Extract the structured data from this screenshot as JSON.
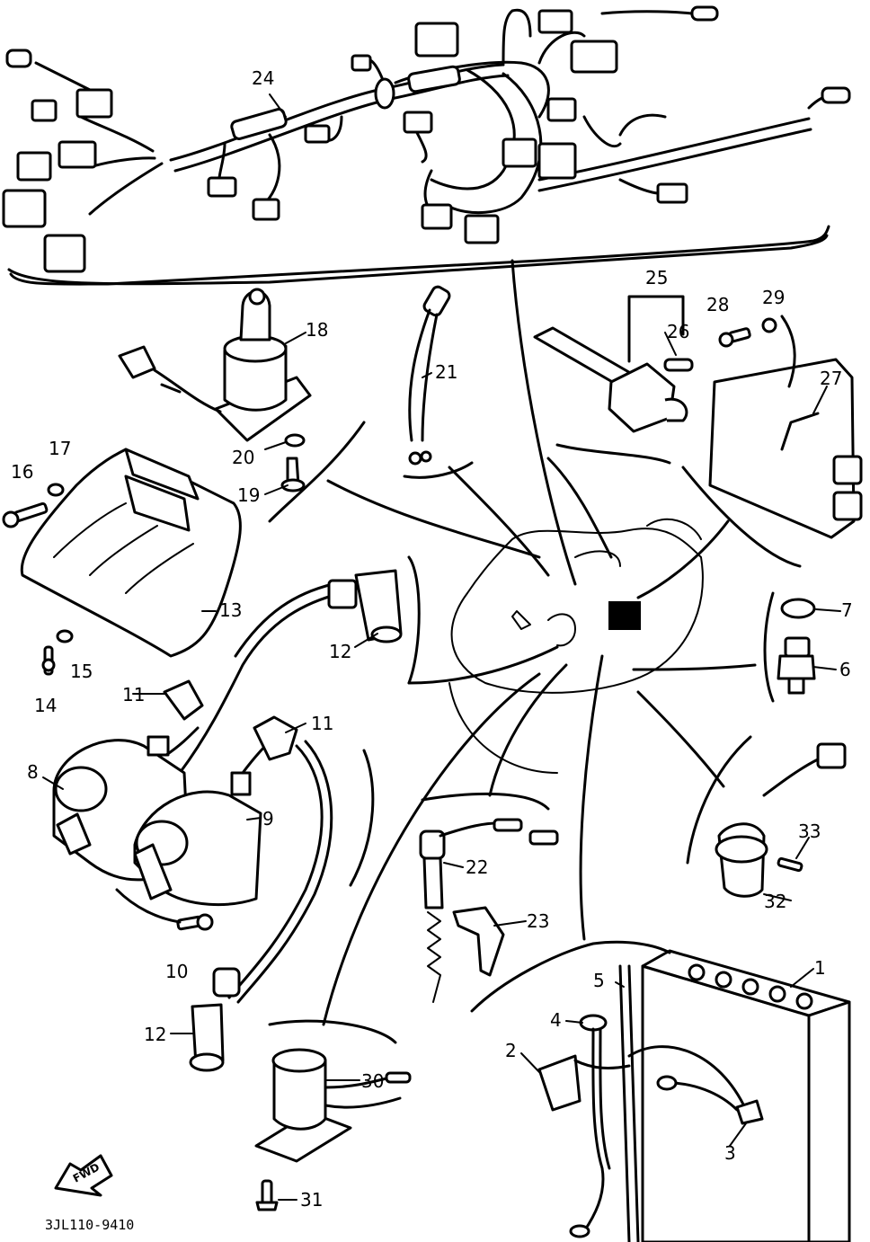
{
  "diagram": {
    "drawing_code": "3JL110-9410",
    "direction_arrow_label": "FWD",
    "callouts": [
      {
        "id": "c1",
        "text": "1"
      },
      {
        "id": "c2",
        "text": "2"
      },
      {
        "id": "c3",
        "text": "3"
      },
      {
        "id": "c4",
        "text": "4"
      },
      {
        "id": "c5",
        "text": "5"
      },
      {
        "id": "c6",
        "text": "6"
      },
      {
        "id": "c7",
        "text": "7"
      },
      {
        "id": "c8",
        "text": "8"
      },
      {
        "id": "c9",
        "text": "9"
      },
      {
        "id": "c10",
        "text": "10"
      },
      {
        "id": "c11a",
        "text": "11"
      },
      {
        "id": "c11b",
        "text": "11"
      },
      {
        "id": "c12a",
        "text": "12"
      },
      {
        "id": "c12b",
        "text": "12"
      },
      {
        "id": "c13",
        "text": "13"
      },
      {
        "id": "c14",
        "text": "14"
      },
      {
        "id": "c15",
        "text": "15"
      },
      {
        "id": "c16",
        "text": "16"
      },
      {
        "id": "c17",
        "text": "17"
      },
      {
        "id": "c18",
        "text": "18"
      },
      {
        "id": "c19",
        "text": "19"
      },
      {
        "id": "c20",
        "text": "20"
      },
      {
        "id": "c21",
        "text": "21"
      },
      {
        "id": "c22",
        "text": "22"
      },
      {
        "id": "c23",
        "text": "23"
      },
      {
        "id": "c24",
        "text": "24"
      },
      {
        "id": "c25",
        "text": "25"
      },
      {
        "id": "c26",
        "text": "26"
      },
      {
        "id": "c27",
        "text": "27"
      },
      {
        "id": "c28",
        "text": "28"
      },
      {
        "id": "c29",
        "text": "29"
      },
      {
        "id": "c30",
        "text": "30"
      },
      {
        "id": "c31",
        "text": "31"
      },
      {
        "id": "c32",
        "text": "32"
      },
      {
        "id": "c33",
        "text": "33"
      }
    ]
  }
}
